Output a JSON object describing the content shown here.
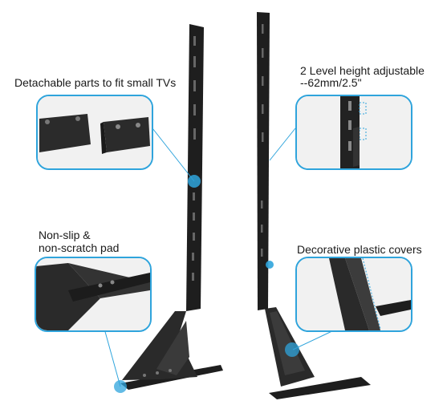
{
  "callouts": {
    "detachable": "Detachable parts to fit small TVs",
    "height_line1": "2 Level height adjustable",
    "height_line2": "--62mm/2.5\"",
    "pad_line1": "Non-slip &",
    "pad_line2": "non-scratch pad",
    "covers": "Decorative plastic covers"
  },
  "colors": {
    "accent": "#2fa4dc",
    "steel": "#1e1e1e"
  }
}
